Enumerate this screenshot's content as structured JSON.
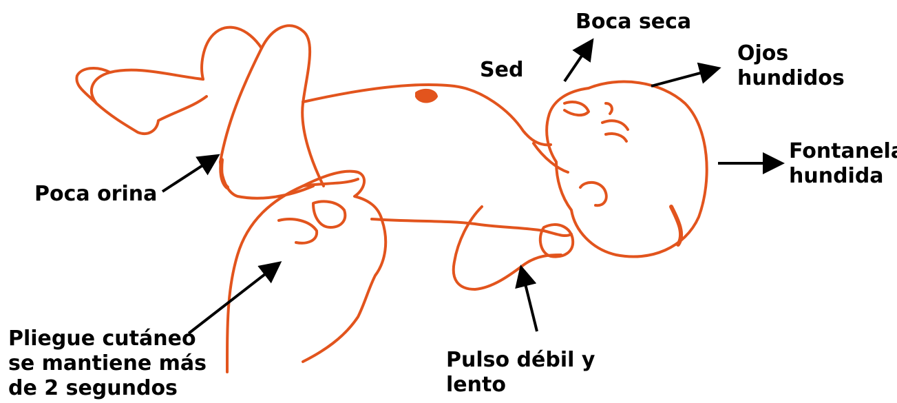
{
  "colors": {
    "illustration": "#e2541d",
    "text": "#000000",
    "arrows": "#000000",
    "background": "#ffffff"
  },
  "labels": {
    "boca_seca": "Boca seca",
    "sed": "Sed",
    "ojos_hundidos": [
      "Ojos",
      "hundidos"
    ],
    "fontanela_hundida": [
      "Fontanela",
      "hundida"
    ],
    "poca_orina": "Poca orina",
    "pliegue_cutaneo": [
      "Pliegue cutáneo",
      "se mantiene más",
      "de 2 segundos"
    ],
    "pulso_debil": [
      "Pulso débil y",
      "lento"
    ]
  }
}
